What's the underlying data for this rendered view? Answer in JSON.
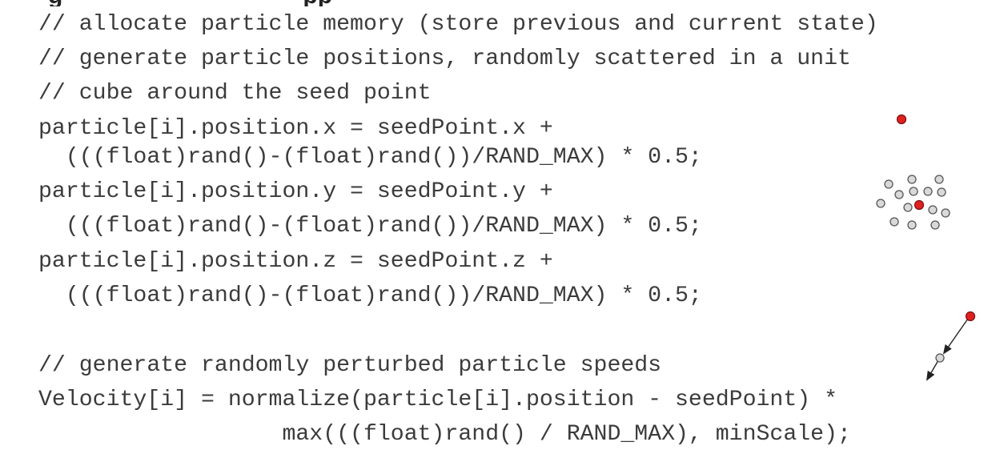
{
  "header": {
    "clipped_title_fragment": "g                                    pp"
  },
  "code": {
    "lines": [
      "// allocate particle memory (store previous and current state)",
      "// generate particle positions, randomly scattered in a unit",
      "// cube around the seed point",
      "particle[i].position.x = seedPoint.x +",
      "  (((float)rand()-(float)rand())/RAND_MAX) * 0.5;",
      "particle[i].position.y = seedPoint.y +",
      "  (((float)rand()-(float)rand())/RAND_MAX) * 0.5;",
      "particle[i].position.z = seedPoint.z +",
      "  (((float)rand()-(float)rand())/RAND_MAX) * 0.5;",
      "// generate randomly perturbed particle speeds",
      "Velocity[i] = normalize(particle[i].position - seedPoint) *",
      "                  max(((float)rand() / RAND_MAX), minScale);"
    ]
  },
  "illustrations": {
    "seed_color": "#e02020",
    "particle_fill": "#d9d9d9",
    "particle_stroke": "#555555",
    "arrow_color": "#222222",
    "items": [
      "seed-point-illustration",
      "scattered-particles-illustration",
      "velocity-direction-illustration"
    ]
  }
}
